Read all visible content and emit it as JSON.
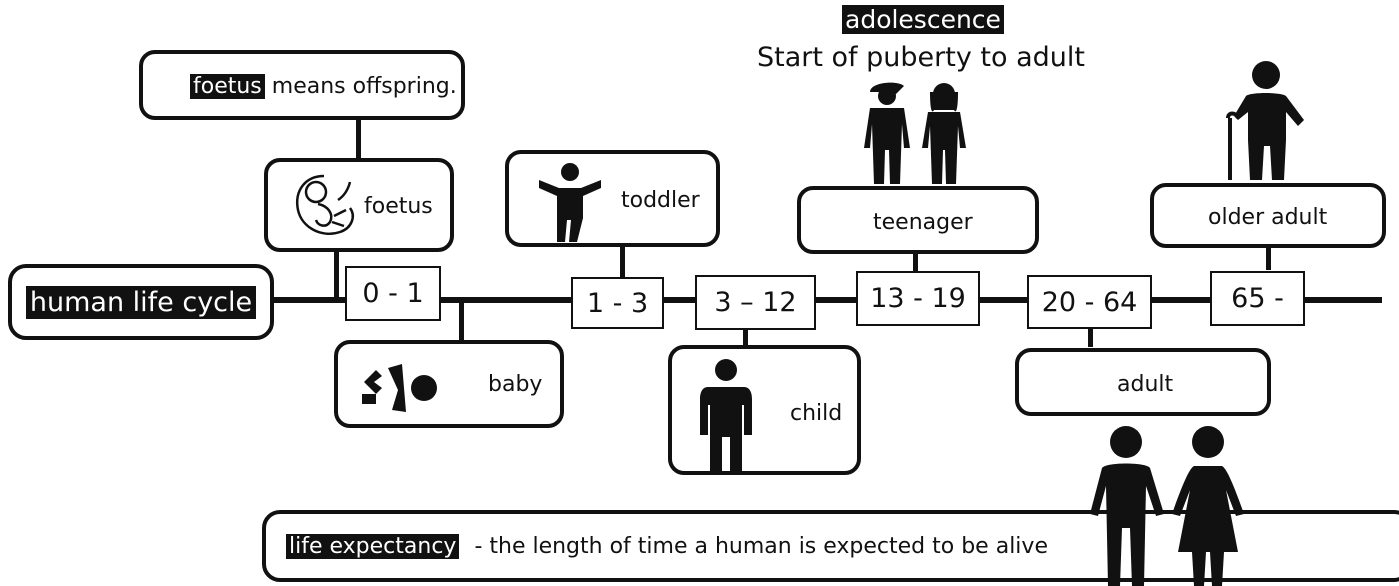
{
  "title": "human life cycle",
  "adolescence": {
    "term": "adolescence",
    "definition": "Start of puberty to adult"
  },
  "foetus_note": {
    "term": "foetus",
    "text": "means offspring."
  },
  "stages": [
    {
      "name": "foetus",
      "age": "0 - 1",
      "icon": "foetus-icon"
    },
    {
      "name": "baby",
      "age": "0 - 1",
      "icon": "baby-icon"
    },
    {
      "name": "toddler",
      "age": "1 - 3",
      "icon": "toddler-icon"
    },
    {
      "name": "child",
      "age": "3 – 12",
      "icon": "child-icon"
    },
    {
      "name": "teenager",
      "age": "13 - 19",
      "icon": "teenagers-icon"
    },
    {
      "name": "adult",
      "age": "20 - 64",
      "icon": "adults-icon"
    },
    {
      "name": "older adult",
      "age": "65 -",
      "icon": "older-adult-icon"
    }
  ],
  "ages": [
    "0 - 1",
    "1 - 3",
    "3 – 12",
    "13 - 19",
    "20 - 64",
    "65 -"
  ],
  "life_expectancy": {
    "term": "life expectancy",
    "text": "- the length of time a human is expected to be alive"
  }
}
